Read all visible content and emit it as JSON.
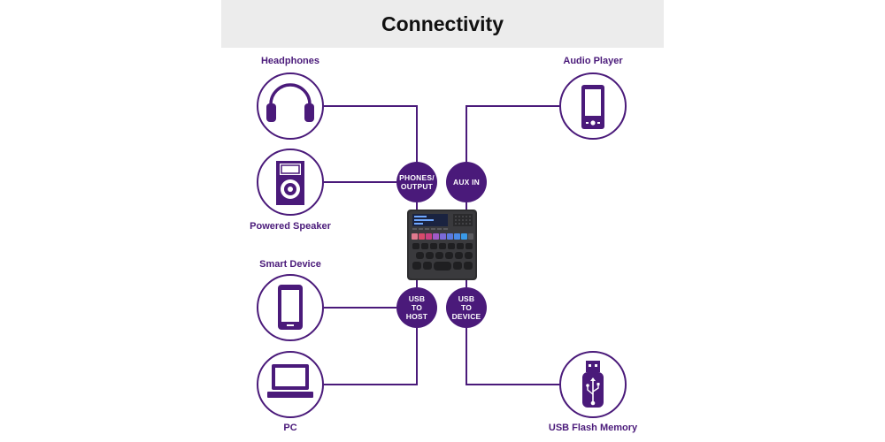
{
  "header": {
    "title": "Connectivity"
  },
  "colors": {
    "accent": "#4a1a7a",
    "header_bg": "#ececec",
    "device_body": "#2d2d2f"
  },
  "devices": {
    "headphones": {
      "label": "Headphones",
      "icon": "headphones-icon"
    },
    "powered_speaker": {
      "label": "Powered Speaker",
      "icon": "speaker-icon"
    },
    "smart_device": {
      "label": "Smart Device",
      "icon": "smartphone-icon"
    },
    "pc": {
      "label": "PC",
      "icon": "laptop-icon"
    },
    "audio_player": {
      "label": "Audio Player",
      "icon": "audio-player-icon"
    },
    "usb_flash_memory": {
      "label": "USB Flash Memory",
      "icon": "usb-flash-drive-icon"
    }
  },
  "ports": {
    "phones_output": {
      "label": "PHONES/\nOUTPUT"
    },
    "aux_in": {
      "label": "AUX IN"
    },
    "usb_to_host": {
      "label": "USB\nTO\nHOST"
    },
    "usb_to_device": {
      "label": "USB\nTO\nDEVICE"
    }
  },
  "connections": [
    {
      "from": "headphones",
      "to": "phones_output"
    },
    {
      "from": "powered_speaker",
      "to": "phones_output"
    },
    {
      "from": "audio_player",
      "to": "aux_in"
    },
    {
      "from": "smart_device",
      "to": "usb_to_host"
    },
    {
      "from": "pc",
      "to": "usb_to_host"
    },
    {
      "from": "usb_flash_memory",
      "to": "usb_to_device"
    }
  ]
}
